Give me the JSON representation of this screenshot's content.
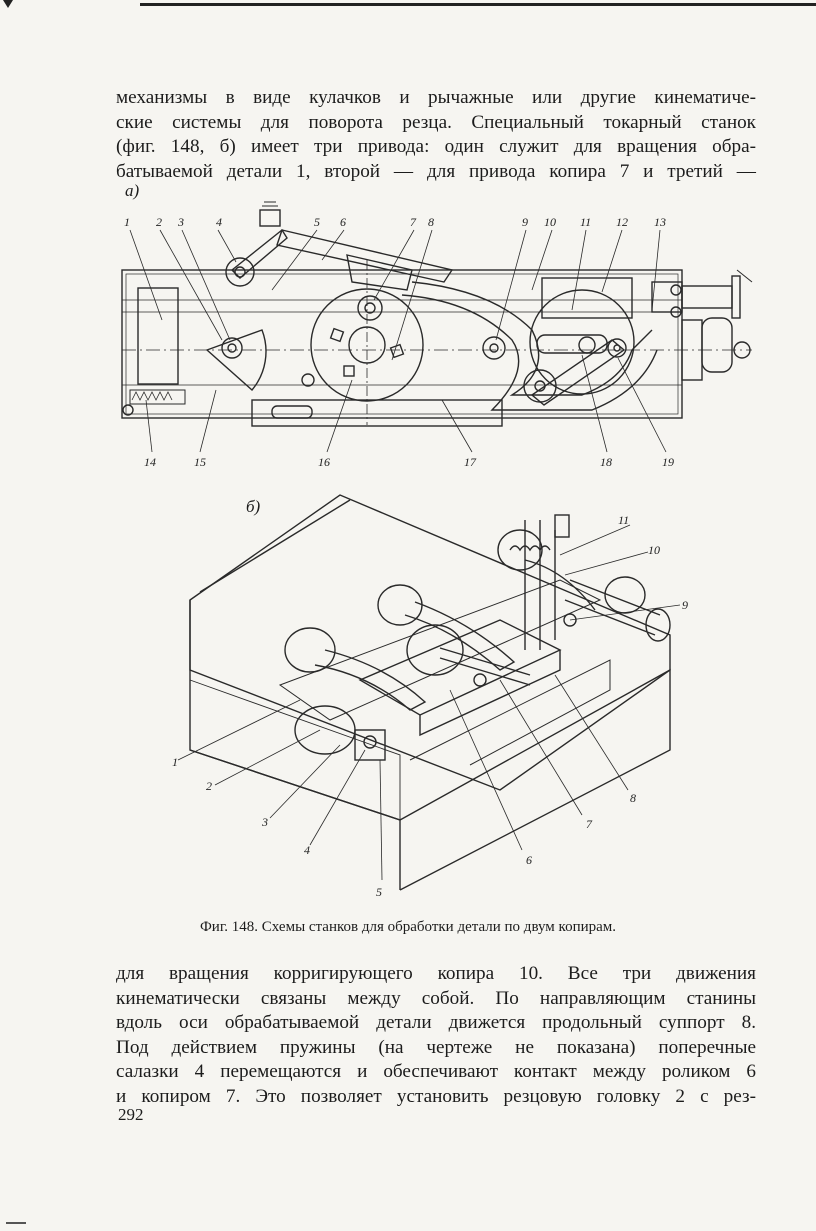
{
  "paragraph_top": [
    "механизмы в виде кулачков и рычажные или другие кинематиче-",
    "ские системы для поворота резца. Специальный токарный станок",
    "(фиг. 148, б) имеет три привода: один служит для вращения обра-",
    "батываемой детали 1, второй — для привода копира 7 и третий —"
  ],
  "figure_a": {
    "label": "а)",
    "numbers_top": [
      "1",
      "2",
      "3",
      "4",
      "5",
      "6",
      "7",
      "8",
      "9",
      "10",
      "11",
      "12",
      "13"
    ],
    "numbers_bottom": [
      "14",
      "15",
      "16",
      "17",
      "18",
      "19"
    ]
  },
  "figure_b": {
    "label": "б)",
    "numbers": [
      "11",
      "10",
      "9",
      "1",
      "2",
      "3",
      "4",
      "5",
      "6",
      "7",
      "8"
    ]
  },
  "caption": "Фиг. 148. Схемы станков для обработки детали по двум копирам.",
  "paragraph_bottom": [
    "для вращения корригирующего копира 10. Все три движения",
    "кинематически связаны между собой. По направляющим станины",
    "вдоль оси обрабатываемой детали движется продольный суппорт 8.",
    "Под действием пружины (на чертеже не показана) поперечные",
    "салазки 4 перемещаются и обеспечивают контакт между роликом 6",
    "и копиром 7. Это позволяет установить резцовую головку 2 с рез-"
  ],
  "page_number": "292"
}
